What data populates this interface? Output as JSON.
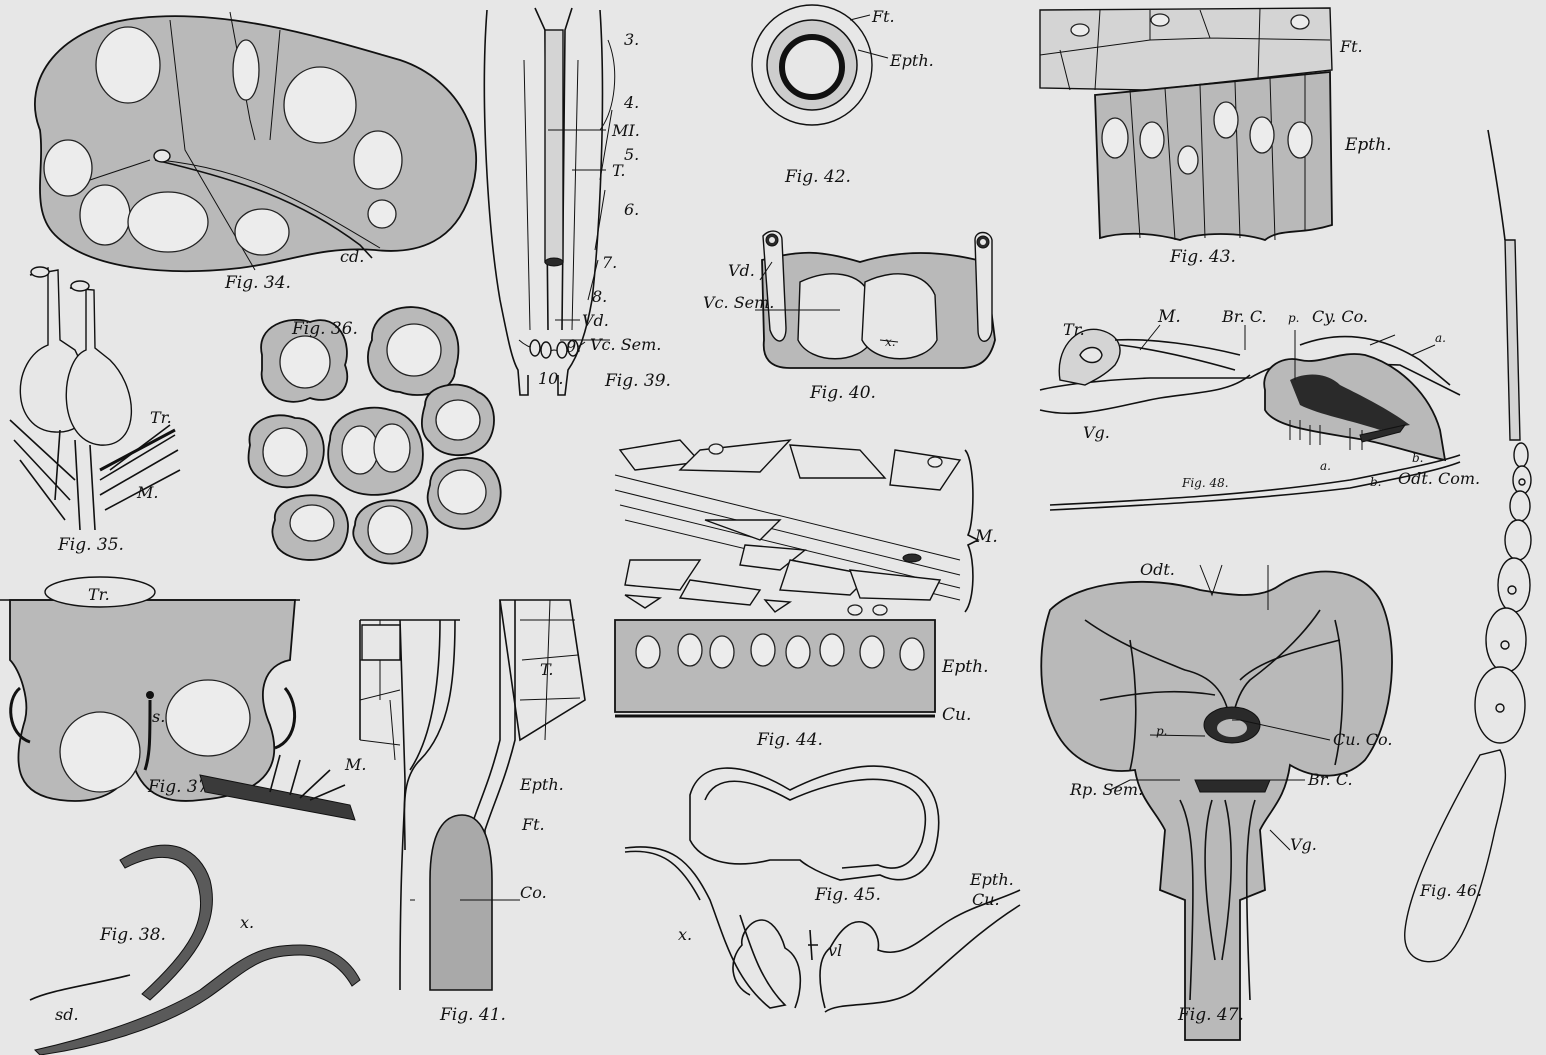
{
  "figures": {
    "fig34": {
      "caption": "Fig. 34.",
      "labels": {
        "cd": "cd."
      }
    },
    "fig35": {
      "caption": "Fig. 35.",
      "labels": {
        "tr": "Tr.",
        "m": "M."
      }
    },
    "fig36": {
      "caption": "Fig. 36."
    },
    "fig37": {
      "caption": "Fig. 37.",
      "labels": {
        "tr": "Tr.",
        "s": "s."
      }
    },
    "fig38": {
      "caption": "Fig. 38.",
      "labels": {
        "x": "x.",
        "sd": "sd.",
        "m": "M."
      }
    },
    "fig39": {
      "caption": "Fig. 39.",
      "labels": {
        "s3": "3.",
        "s4": "4.",
        "s5": "5.",
        "s6": "6.",
        "s7": "7.",
        "s8": "8.",
        "s9": "9.",
        "s10": "10.",
        "mi": "MI.",
        "t": "T.",
        "vd": "Vd.",
        "vcsem": "Vc. Sem."
      }
    },
    "fig40": {
      "caption": "Fig. 40.",
      "labels": {
        "vd": "Vd.",
        "vcsem": "Vc. Sem.",
        "x": "x."
      }
    },
    "fig41": {
      "caption": "Fig. 41.",
      "labels": {
        "t": "T.",
        "epth": "Epth.",
        "ft": "Ft.",
        "co": "Co."
      }
    },
    "fig42": {
      "caption": "Fig. 42.",
      "labels": {
        "ft": "Ft.",
        "epth": "Epth."
      }
    },
    "fig43": {
      "caption": "Fig. 43.",
      "labels": {
        "ft": "Ft.",
        "epth": "Epth."
      }
    },
    "fig44": {
      "caption": "Fig. 44.",
      "labels": {
        "m": "M.",
        "epth": "Epth.",
        "cu": "Cu."
      }
    },
    "fig45": {
      "caption": "Fig. 45.",
      "labels": {
        "x": "x.",
        "vl": "vl",
        "epth": "Epth.",
        "cu": "Cu."
      }
    },
    "fig46": {
      "caption": "Fig. 46."
    },
    "fig47": {
      "caption": "Fig. 47.",
      "labels": {
        "odt": "Odt.",
        "cuco": "Cu. Co.",
        "p": "p.",
        "brc": "Br. C.",
        "rpsem": "Rp. Sem.",
        "vg": "Vg."
      }
    },
    "fig48": {
      "caption": "Fig. 48.",
      "labels": {
        "tr": "Tr.",
        "m": "M.",
        "brc": "Br. C.",
        "p": "p.",
        "cyco": "Cy. Co.",
        "a": "a.",
        "vg": "Vg.",
        "b": "b.",
        "a2": "a.",
        "b2": "b.",
        "odtcom": "Odt. Com."
      }
    }
  }
}
